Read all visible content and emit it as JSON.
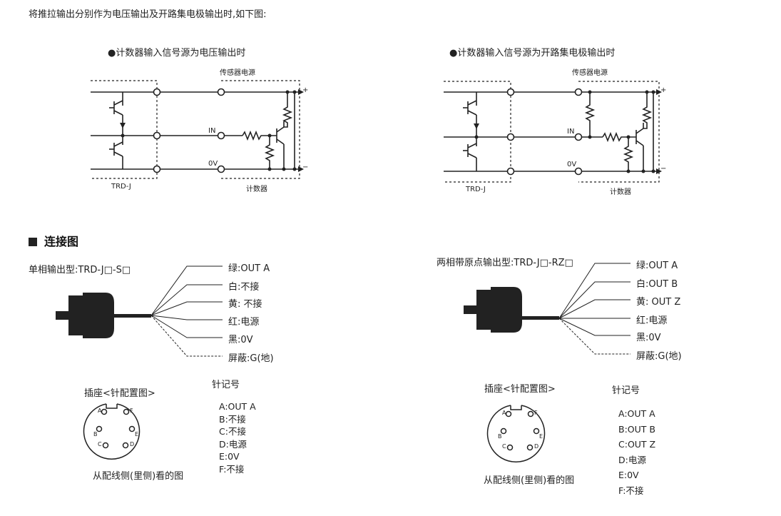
{
  "intro": "将推拉输出分别作为电压输出及开路集电极输出时,如下图:",
  "diagrams": {
    "left": {
      "title": "●计数器输入信号源为电压输出时",
      "sensor_power": "传感器电源",
      "in_label": "IN",
      "zero_v": "0V",
      "plus": "+",
      "minus": "−",
      "trd": "TRD-J",
      "counter": "计数器"
    },
    "right": {
      "title": "●计数器输入信号源为开路集电极输出时",
      "sensor_power": "传感器电源",
      "in_label": "IN",
      "zero_v": "0V",
      "plus": "+",
      "minus": "−",
      "trd": "TRD-J",
      "counter": "计数器"
    }
  },
  "section": {
    "title": "连接图"
  },
  "single_phase": {
    "model": "单相输出型:TRD-J□-S□",
    "wires": [
      "绿:OUT A",
      "白:不接",
      "黄: 不接",
      "红:电源",
      "黑:0V",
      "屏蔽:G(地)"
    ],
    "socket_title": "插座<针配置图>",
    "pin_title": "针记号",
    "pins": [
      "A:OUT A",
      "B:不接",
      "C:不接",
      "D:电源",
      "E:0V",
      "F:不接"
    ],
    "view_note": "从配线侧(里侧)看的图",
    "pin_letters": [
      "A",
      "F",
      "B",
      "E",
      "C",
      "D"
    ]
  },
  "two_phase": {
    "model": "两相带原点输出型:TRD-J□-RZ□",
    "wires": [
      "绿:OUT A",
      "白:OUT B",
      "黄: OUT Z",
      "红:电源",
      "黑:0V",
      "屏蔽:G(地)"
    ],
    "socket_title": "插座<针配置图>",
    "pin_title": "针记号",
    "pins": [
      "A:OUT A",
      "B:OUT B",
      "C:OUT Z",
      "D:电源",
      "E:0V",
      "F:不接"
    ],
    "view_note": "从配线侧(里侧)看的图",
    "pin_letters": [
      "A",
      "F",
      "B",
      "E",
      "C",
      "D"
    ]
  }
}
